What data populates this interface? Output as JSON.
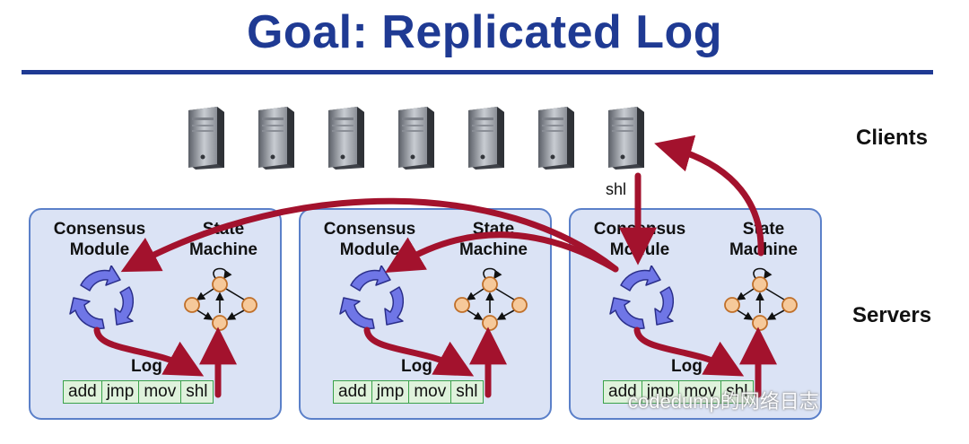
{
  "title": "Goal: Replicated Log",
  "labels": {
    "clients": "Clients",
    "servers": "Servers",
    "command": "shl"
  },
  "server": {
    "consensus_label": "Consensus\nModule",
    "state_machine_label": "State\nMachine",
    "log_label": "Log",
    "log_entries": [
      "add",
      "jmp",
      "mov",
      "shl"
    ]
  },
  "client_count": 7,
  "server_count": 3,
  "watermark": "codedump的网络日志",
  "colors": {
    "title": "#1f3a93",
    "server_fill": "#dbe3f5",
    "server_border": "#5b80c9",
    "arrow": "#a3122d",
    "log_fill": "#dff2dc",
    "log_border": "#3aa14a",
    "consensus_icon": "#6f76e6",
    "state_node": "#f6c99a"
  }
}
